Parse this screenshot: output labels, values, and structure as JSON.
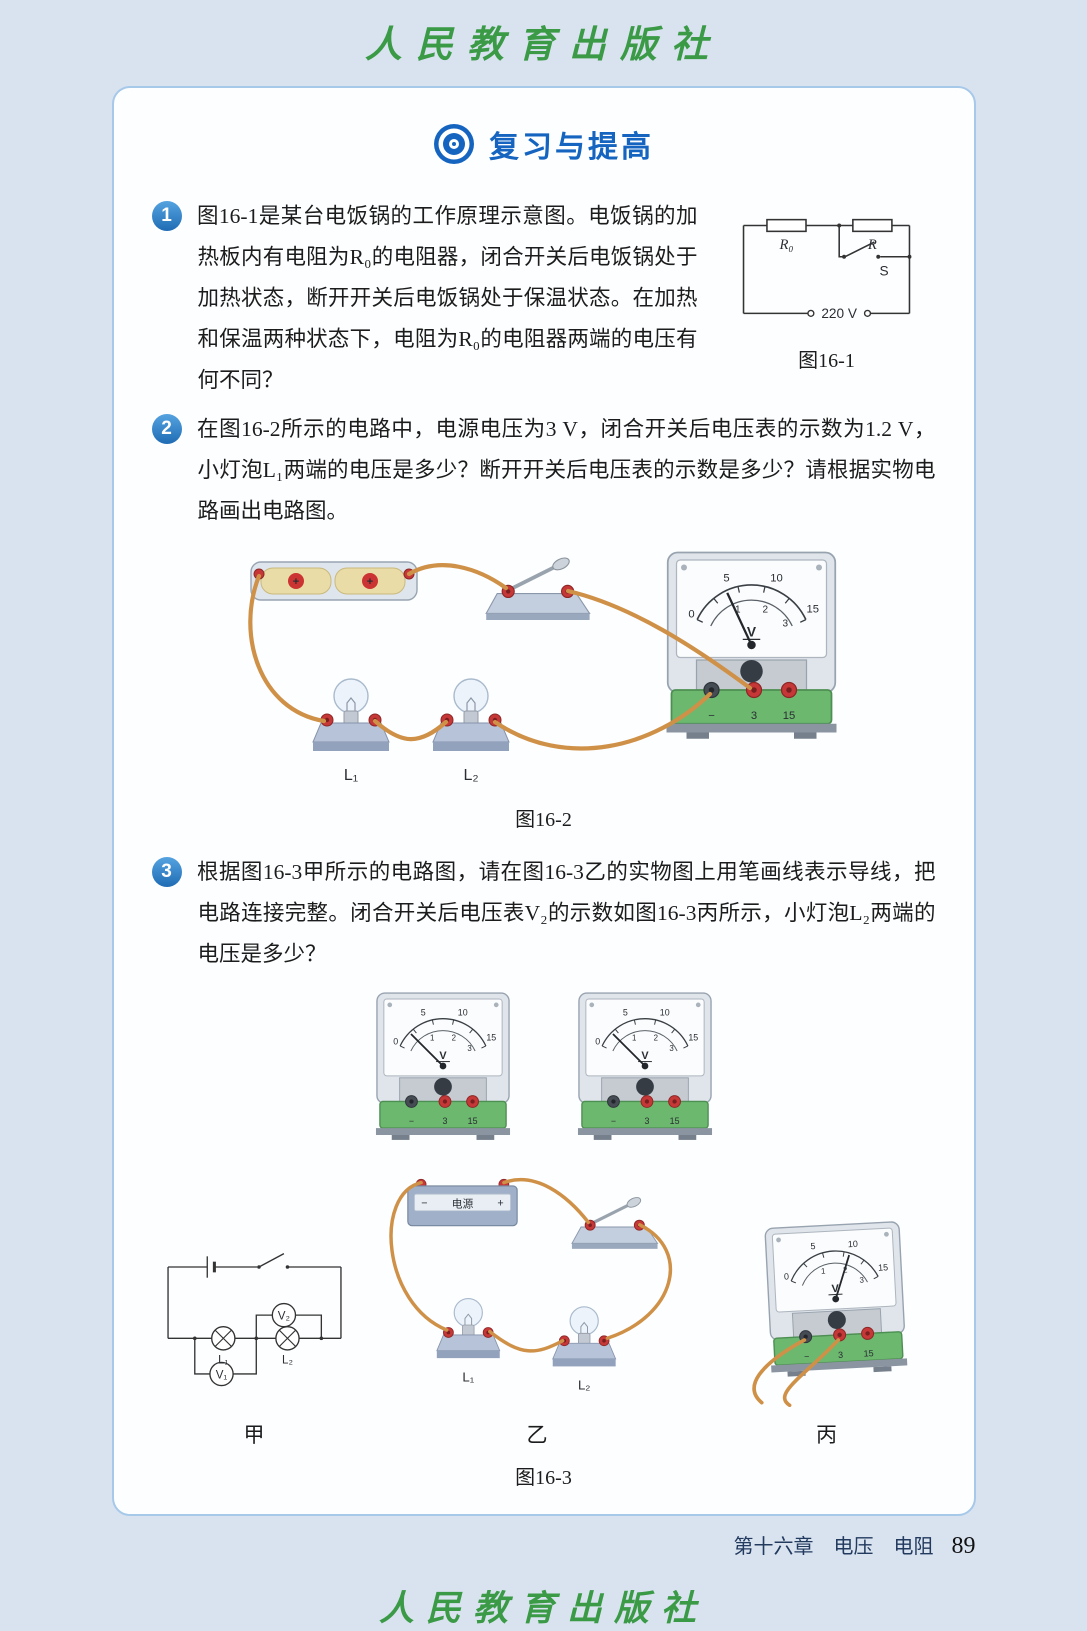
{
  "banner": {
    "top": "人民教育出版社",
    "bottom": "人民教育出版社"
  },
  "header": {
    "title": "复习与提高"
  },
  "problems": {
    "p1": {
      "number": "1",
      "text": "图16-1是某台电饭锅的工作原理示意图。电饭锅的加热板内有电阻为R₀的电阻器，闭合开关后电饭锅处于加热状态，断开开关后电饭锅处于保温状态。在加热和保温两种状态下，电阻为R₀的电阻器两端的电压有何不同？"
    },
    "p2": {
      "number": "2",
      "text": "在图16-2所示的电路中，电源电压为3 V，闭合开关后电压表的示数为1.2 V，小灯泡L₁两端的电压是多少？断开开关后电压表的示数是多少？请根据实物电路画出电路图。"
    },
    "p3": {
      "number": "3",
      "text": "根据图16-3甲所示的电路图，请在图16-3乙的实物图上用笔画线表示导线，把电路连接完整。闭合开关后电压表V₂的示数如图16-3丙所示，小灯泡L₂两端的电压是多少？"
    }
  },
  "fig161": {
    "caption": "图16-1",
    "r0": "R₀",
    "r": "R",
    "s": "S",
    "source": "220 V"
  },
  "fig162": {
    "caption": "图16-2",
    "l1": "L₁",
    "l2": "L₂",
    "plus": "+"
  },
  "fig163": {
    "caption": "图16-3",
    "jia": "甲",
    "yi": "乙",
    "bing": "丙",
    "l1": "L₁",
    "l2": "L₂",
    "v1": "V₁",
    "v2": "V₂",
    "power_label": "电源",
    "power_minus": "−",
    "power_plus": "+"
  },
  "meter": {
    "unit": "V",
    "n0": "0",
    "n1": "1",
    "n2": "2",
    "n3": "3",
    "n5": "5",
    "n10": "10",
    "n15": "15",
    "t_minus": "−",
    "t3": "3",
    "t15": "15"
  },
  "footer": {
    "chapter": "第十六章　电压　电阻",
    "page": "89"
  },
  "colors": {
    "accent_blue": "#1565c0",
    "banner_green": "#3a9a46",
    "wire_orange": "#cf9147",
    "board_green": "#6db86f",
    "badge_blue": "#2b7fd4",
    "card_border": "#a6c8e9"
  }
}
